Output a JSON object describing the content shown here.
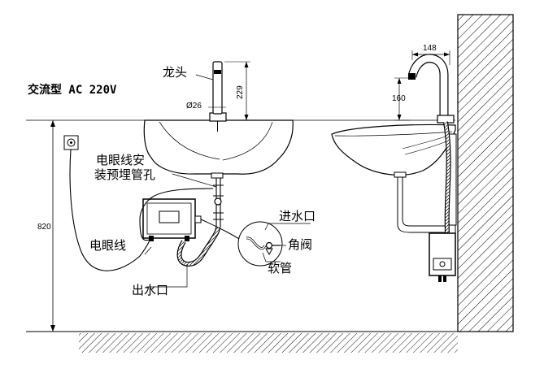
{
  "labels": {
    "power": "交流型 AC 220V",
    "faucet": "龙头",
    "sensor_hole_line1": "电眼线安",
    "sensor_hole_line2": "装预埋管孔",
    "sensor_wire": "电眼线",
    "water_inlet": "进水口",
    "angle_valve": "角阀",
    "hose": "软管",
    "water_outlet": "出水口"
  },
  "dimensions": {
    "faucet_height": "229",
    "faucet_diameter": "Ø26",
    "install_height": "820",
    "spout_reach": "148",
    "spout_height": "160"
  }
}
